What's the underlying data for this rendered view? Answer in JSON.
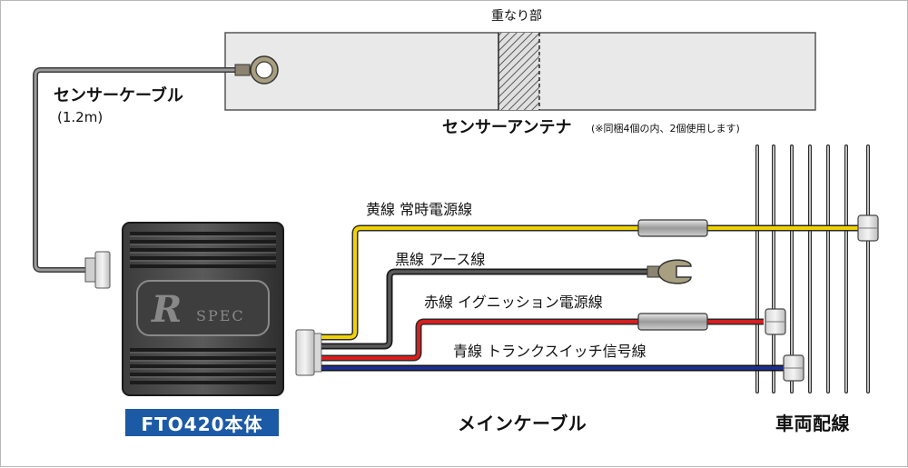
{
  "labels": {
    "overlap": "重なり部",
    "sensor_cable": "センサーケーブル",
    "sensor_cable_length": "(1.2m)",
    "sensor_antenna": "センサーアンテナ",
    "sensor_antenna_note": "(※同梱4個の内、2個使用します)",
    "unit_badge": "FTO420本体",
    "main_cable": "メインケーブル",
    "vehicle_wiring": "車両配線",
    "logo_r": "R",
    "logo_spec": "SPEC"
  },
  "wires": [
    {
      "label": "黄線 常時電源線",
      "color": "#f0d200"
    },
    {
      "label": "黒線 アース線",
      "color": "#3a3a3a"
    },
    {
      "label": "赤線 イグニッション電源線",
      "color": "#d81e1e"
    },
    {
      "label": "青線 トランクスイッチ信号線",
      "color": "#1c2f8c"
    }
  ],
  "colors": {
    "unit_badge_bg": "#1d5aa6",
    "antenna_fill": "#e9e9e9",
    "cable_gray": "#6b6b6b"
  }
}
